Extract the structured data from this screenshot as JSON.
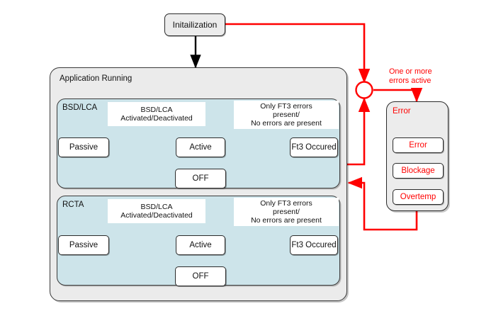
{
  "diagram": {
    "type": "state-machine",
    "title_node": {
      "label": "Initailization"
    },
    "app_container": {
      "label": "Application Running"
    },
    "regions": [
      {
        "id": "bsd-lca",
        "label": "BSD/LCA",
        "labels": [
          {
            "id": "activation-label",
            "text": "BSD/LCA\nActivated/Deactivated"
          },
          {
            "id": "ft3-label",
            "text": "Only FT3 errors\npresent/\nNo errors are present"
          }
        ],
        "states": [
          {
            "id": "passive",
            "label": "Passive"
          },
          {
            "id": "active",
            "label": "Active"
          },
          {
            "id": "ft3",
            "label": "Ft3 Occured"
          },
          {
            "id": "off",
            "label": "OFF"
          }
        ]
      },
      {
        "id": "rcta",
        "label": "RCTA",
        "labels": [
          {
            "id": "activation-label",
            "text": "BSD/LCA\nActivated/Deactivated"
          },
          {
            "id": "ft3-label",
            "text": "Only FT3 errors\npresent/\nNo errors are present"
          }
        ],
        "states": [
          {
            "id": "passive",
            "label": "Passive"
          },
          {
            "id": "active",
            "label": "Active"
          },
          {
            "id": "ft3",
            "label": "Ft3 Occured"
          },
          {
            "id": "off",
            "label": "OFF"
          }
        ]
      }
    ],
    "error_section": {
      "transition_note": "One or more\nerrors active",
      "container_label": "Error",
      "states": [
        {
          "id": "error",
          "label": "Error"
        },
        {
          "id": "blockage",
          "label": "Blockage"
        },
        {
          "id": "overtemp",
          "label": "Overtemp"
        }
      ]
    },
    "colors": {
      "error_red": "#ff0000",
      "region_blue": "#cde4ea",
      "container_gray": "#ebebeb",
      "node_border": "#2b2b2b",
      "arrow_black": "#000000"
    }
  }
}
